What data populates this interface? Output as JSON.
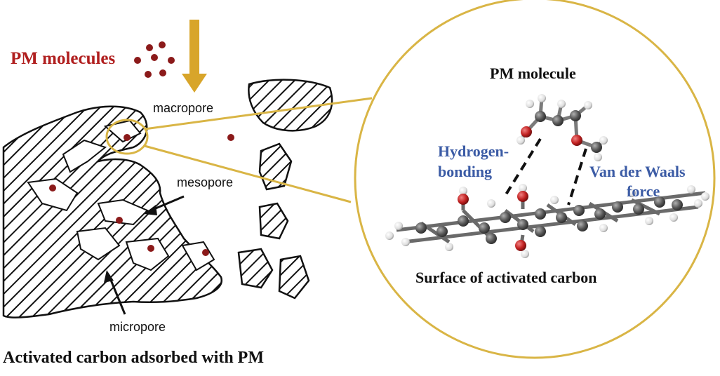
{
  "labels": {
    "pm_molecules": "PM molecules",
    "macropore": "macropore",
    "mesopore": "mesopore",
    "micropore": "micropore",
    "caption": "Activated carbon adsorbed with PM",
    "pm_molecule": "PM molecule",
    "hydrogen_bonding_line1": "Hydrogen-",
    "hydrogen_bonding_line2": "bonding",
    "van_der_waals_line1": "Van der Waals",
    "van_der_waals_line2": "force",
    "surface": "Surface of activated carbon"
  },
  "colors": {
    "pm_dot": "#8b1a1a",
    "pm_label": "#b01e1e",
    "arrow": "#d8a52a",
    "zoom_circle": "#d9b545",
    "interaction_label": "#3b5ba5",
    "carbon_atom": "#555555",
    "hydrogen_atom": "#e8e8e8",
    "oxygen_atom": "#c02020"
  }
}
